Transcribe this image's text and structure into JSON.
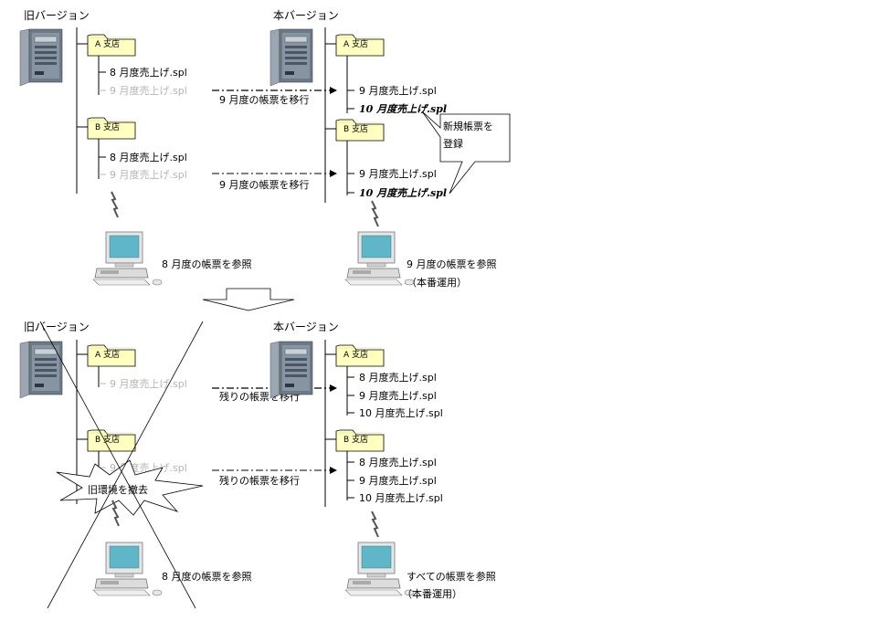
{
  "top": {
    "old_title": "旧バージョン",
    "new_title": "本バージョン",
    "old": {
      "branch_a": "A 支店",
      "branch_a_files": [
        "8 月度売上げ.spl",
        "9 月度売上げ.spl"
      ],
      "branch_b": "B 支店",
      "branch_b_files": [
        "8 月度売上げ.spl",
        "9 月度売上げ.spl"
      ],
      "client_label": "8 月度の帳票を参照"
    },
    "migrate_a": "9 月度の帳票を移行",
    "migrate_b": "9 月度の帳票を移行",
    "new": {
      "branch_a": "A 支店",
      "branch_a_files": [
        "9 月度売上げ.spl",
        "10 月度売上げ.spl"
      ],
      "branch_b": "B 支店",
      "branch_b_files": [
        "9 月度売上げ.spl",
        "10 月度売上げ.spl"
      ],
      "client_label": "9 月度の帳票を参照",
      "client_sub": "（本番運用）"
    },
    "callout_line1": "新規帳票を",
    "callout_line2": "登録"
  },
  "transition_arrow": "down-arrow-icon",
  "bottom": {
    "old_title": "旧バージョン",
    "new_title": "本バージョン",
    "old": {
      "branch_a": "A 支店",
      "branch_a_files": [
        "9 月度売上げ.spl"
      ],
      "branch_b": "B 支店",
      "branch_b_files": [
        "9 月度売上げ.spl"
      ],
      "client_label": "8 月度の帳票を参照"
    },
    "migrate_a": "残りの帳票を移行",
    "migrate_b": "残りの帳票を移行",
    "removal_label": "旧環境を撤去",
    "new": {
      "branch_a": "A 支店",
      "branch_a_files": [
        "8 月度売上げ.spl",
        "9 月度売上げ.spl",
        "10 月度売上げ.spl"
      ],
      "branch_b": "B 支店",
      "branch_b_files": [
        "8 月度売上げ.spl",
        "9 月度売上げ.spl",
        "10 月度売上げ.spl"
      ],
      "client_label": "すべての帳票を参照",
      "client_sub": "（本番運用）"
    }
  },
  "icons": {
    "server": "server-icon",
    "folder": "folder-icon",
    "client": "client-pc-icon",
    "network": "lightning-link-icon",
    "explosion": "explosion-icon"
  },
  "colors": {
    "folder_fill": "#ffffc0",
    "faded_text": "#b4b4b4",
    "monitor_screen": "#5fb6c6",
    "server_body": "#6b7a88"
  }
}
